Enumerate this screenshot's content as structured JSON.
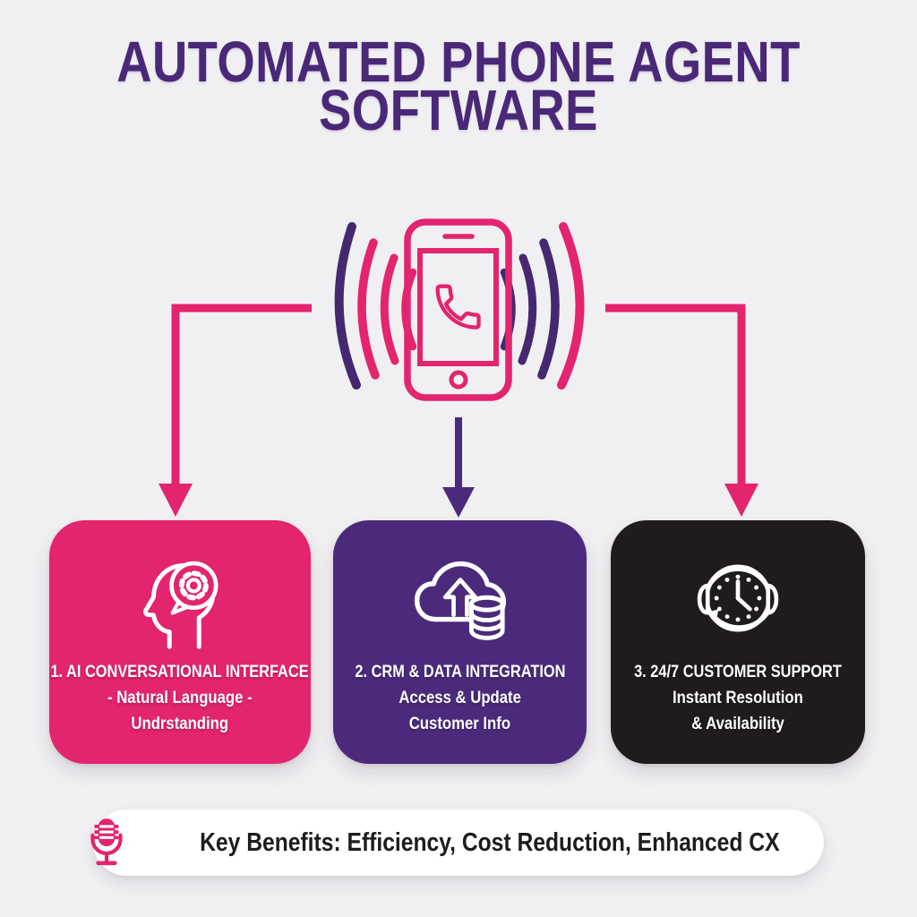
{
  "title": {
    "line1": "AUTOMATED PHONE AGENT",
    "line2": "SOFTWARE"
  },
  "hub": {
    "icon": "smartphone-call-with-sound-waves"
  },
  "cards": [
    {
      "icon": "head-with-gear-speech-bubble",
      "heading": "1. AI CONVERSATIONAL INTERFACE",
      "line2": "- Natural Language -",
      "line3": "Undrstanding",
      "color": "#e3246e"
    },
    {
      "icon": "cloud-upload-database",
      "heading": "2. CRM & DATA INTEGRATION",
      "line2": "Access & Update",
      "line3": "Customer Info",
      "color": "#4b2a7c"
    },
    {
      "icon": "headset-clock-24-7",
      "heading": "3. 24/7 CUSTOMER SUPPORT",
      "line2": "Instant Resolution",
      "line3": "& Availability",
      "color": "#201c1d"
    }
  ],
  "benefits": {
    "icon": "microphone",
    "text": "Key Benefits: Efficiency, Cost Reduction, Enhanced CX"
  },
  "colors": {
    "background": "#f0eff1",
    "pink": "#e3246e",
    "purple": "#4b2a7c",
    "title_purple": "#4a2878",
    "black": "#201c1d",
    "card_text": "#ffffff",
    "pill_background": "#ffffff",
    "pill_text": "#1d1d1f"
  }
}
